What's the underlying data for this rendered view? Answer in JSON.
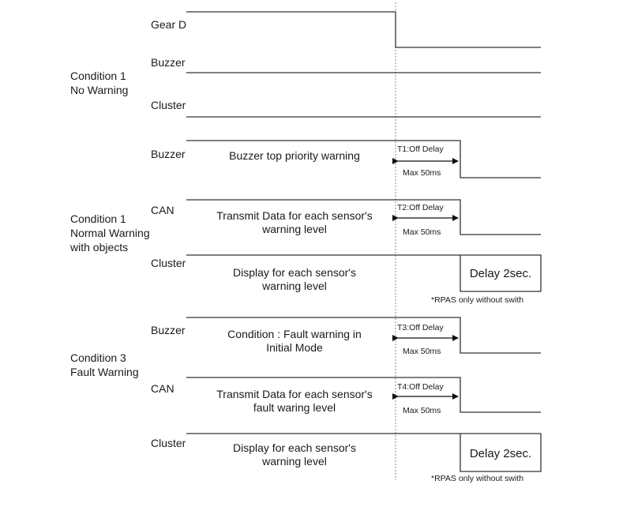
{
  "conditions": [
    {
      "label": "Condition 1\nNo Warning"
    },
    {
      "label": "Condition 1\nNormal Warning\nwith objects"
    },
    {
      "label": "Condition 3\nFault Warning"
    }
  ],
  "signals": {
    "gear_d": "Gear D",
    "c1_buzzer": "Buzzer",
    "c1_cluster": "Cluster",
    "c2_buzzer": "Buzzer",
    "c2_can": "CAN",
    "c2_cluster": "Cluster",
    "c3_buzzer": "Buzzer",
    "c3_can": "CAN",
    "c3_cluster": "Cluster"
  },
  "descriptions": {
    "c2_buzzer": "Buzzer top priority warning",
    "c2_can": "Transmit Data for each sensor's\nwarning level",
    "c2_cluster": "Display for each sensor's\nwarning level",
    "c3_buzzer": "Condition : Fault warning in\nInitial Mode",
    "c3_can": "Transmit Data for each sensor's\nfault waring level",
    "c3_cluster": "Display for each sensor's\nwarning level"
  },
  "delays": {
    "t1": "T1:Off Delay",
    "t2": "T2:Off Delay",
    "t3": "T3:Off Delay",
    "t4": "T4:Off Delay",
    "max": "Max 50ms"
  },
  "cluster_delay": "Delay 2sec.",
  "rpas_note": "*RPAS only without swith"
}
